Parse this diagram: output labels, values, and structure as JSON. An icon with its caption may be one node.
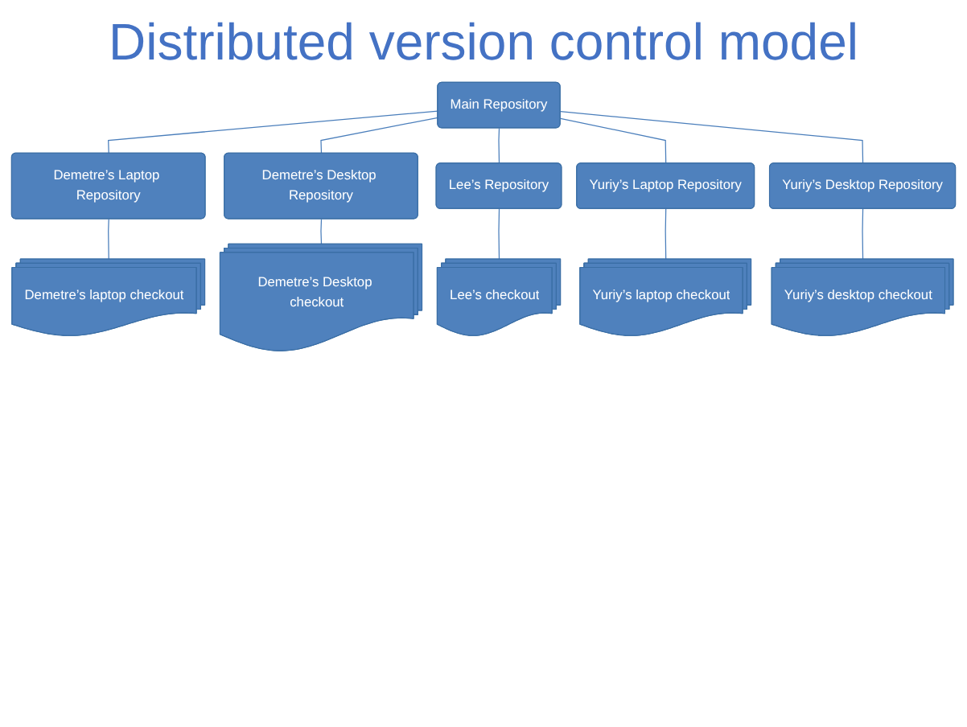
{
  "diagram": {
    "title": "Distributed version control model",
    "nodes": [
      {
        "text": [
          "Main Repository"
        ]
      },
      {
        "text": [
          "Demetre’s Laptop Repository"
        ]
      },
      {
        "text": [
          "Yuriy’s Desktop Repository"
        ]
      },
      {
        "text": [
          "Demetre’s Desktop Repository"
        ]
      },
      {
        "text": [
          "Yuriy’s Laptop Repository"
        ]
      },
      {
        "text": [
          "Lee’s Repository"
        ]
      },
      {
        "text": [
          "Demetre’s laptop checkout"
        ]
      },
      {
        "text": [
          "Demetre’s Desktop checkout"
        ]
      },
      {
        "text": [
          "Lee’s checkout"
        ]
      },
      {
        "text": [
          "Yuriy’s laptop checkout"
        ]
      },
      {
        "text": [
          "Yuriy’s desktop checkout"
        ]
      }
    ],
    "edges": [
      {
        "from": 0,
        "to": 1,
        "arrow": "none"
      },
      {
        "from": 0,
        "to": 3,
        "arrow": "none"
      },
      {
        "from": 0,
        "to": 5,
        "arrow": "none"
      },
      {
        "from": 0,
        "to": 4,
        "arrow": "none"
      },
      {
        "from": 0,
        "to": 2,
        "arrow": "none"
      },
      {
        "from": 1,
        "to": 6,
        "arrow": "none"
      },
      {
        "from": 3,
        "to": 7,
        "arrow": "none"
      },
      {
        "from": 5,
        "to": 8,
        "arrow": "none"
      },
      {
        "from": 4,
        "to": 9,
        "arrow": "none"
      },
      {
        "from": 2,
        "to": 10,
        "arrow": "none"
      }
    ]
  }
}
